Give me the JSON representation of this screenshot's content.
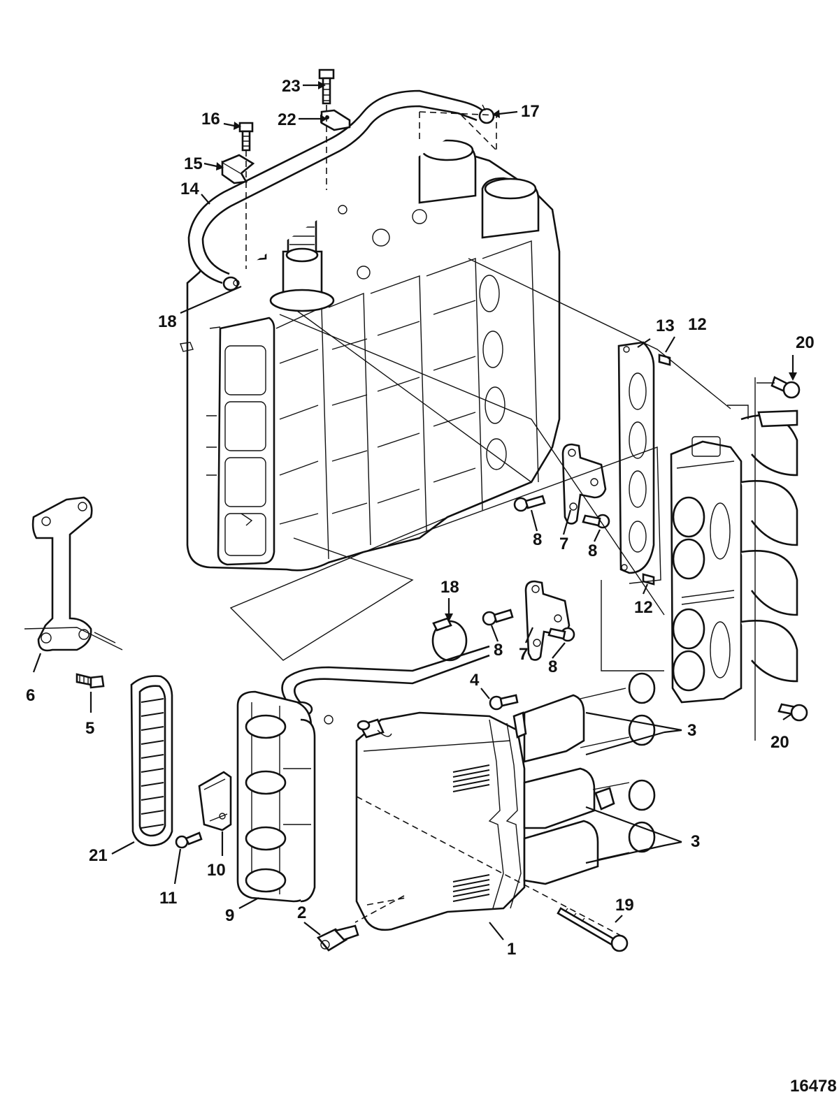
{
  "figure_number": "16478",
  "callout_labels": {
    "c1": "1",
    "c2": "2",
    "c3a": "3",
    "c3b": "3",
    "c4": "4",
    "c5": "5",
    "c6": "6",
    "c7a": "7",
    "c7b": "7",
    "c8a": "8",
    "c8b": "8",
    "c8c": "8",
    "c8d": "8",
    "c9": "9",
    "c10": "10",
    "c11": "11",
    "c12a": "12",
    "c12b": "12",
    "c13": "13",
    "c14": "14",
    "c15": "15",
    "c16": "16",
    "c17": "17",
    "c18a": "18",
    "c18b": "18",
    "c19": "19",
    "c20a": "20",
    "c20b": "20",
    "c21": "21",
    "c22": "22",
    "c23": "23"
  },
  "colors": {
    "ink": "#111111",
    "paper": "#ffffff"
  }
}
